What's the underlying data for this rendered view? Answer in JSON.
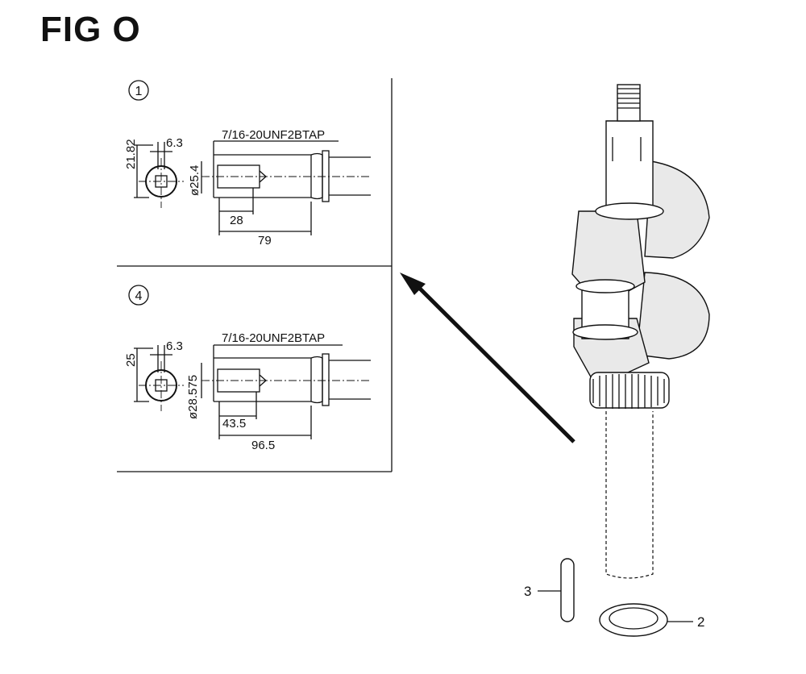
{
  "figure": {
    "title": "FIG O"
  },
  "detail_1": {
    "circle_label": "1",
    "dim_height": "21.82",
    "dim_key": "6.3",
    "thread_note": "7/16-20UNF2BTAP",
    "dim_diameter": "ø25.4",
    "dim_short": "28",
    "dim_long": "79"
  },
  "detail_4": {
    "circle_label": "4",
    "dim_height": "25",
    "dim_key": "6.3",
    "thread_note": "7/16-20UNF2BTAP",
    "dim_diameter": "ø28.575",
    "dim_short": "43.5",
    "dim_long": "96.5"
  },
  "callouts": {
    "pin": "3",
    "washer": "2"
  }
}
